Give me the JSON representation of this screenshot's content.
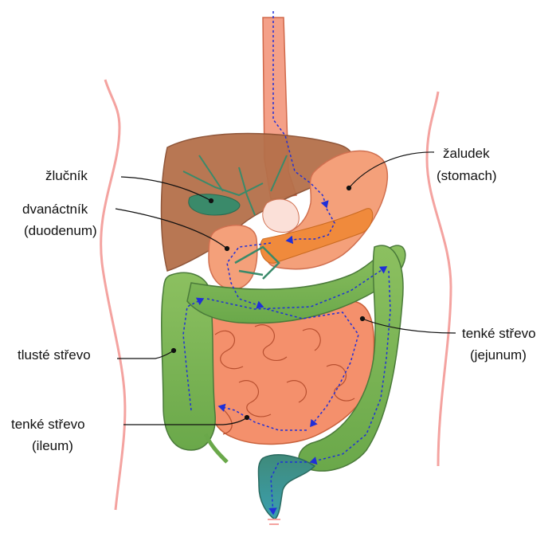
{
  "labels": {
    "gallbladder": "žlučník",
    "duodenum_cz": "dvanáctník",
    "duodenum_en": "(duodenum)",
    "large_intestine": "tlusté střevo",
    "ileum_cz": "tenké střevo",
    "ileum_en": "(ileum)",
    "stomach_cz": "žaludek",
    "stomach_en": "(stomach)",
    "jejunum_cz": "tenké střevo",
    "jejunum_en": "(jejunum)"
  },
  "colors": {
    "body_outline": "#f4a3a0",
    "liver": "#b5704a",
    "stomach": "#f4a07a",
    "pancreas": "#f08a3c",
    "small_intestine": "#f4906c",
    "large_intestine": "#8fbf5a",
    "gallbladder": "#3a8a6a",
    "flow_arrow": "#1f2fd8",
    "leader_line": "#111111"
  }
}
